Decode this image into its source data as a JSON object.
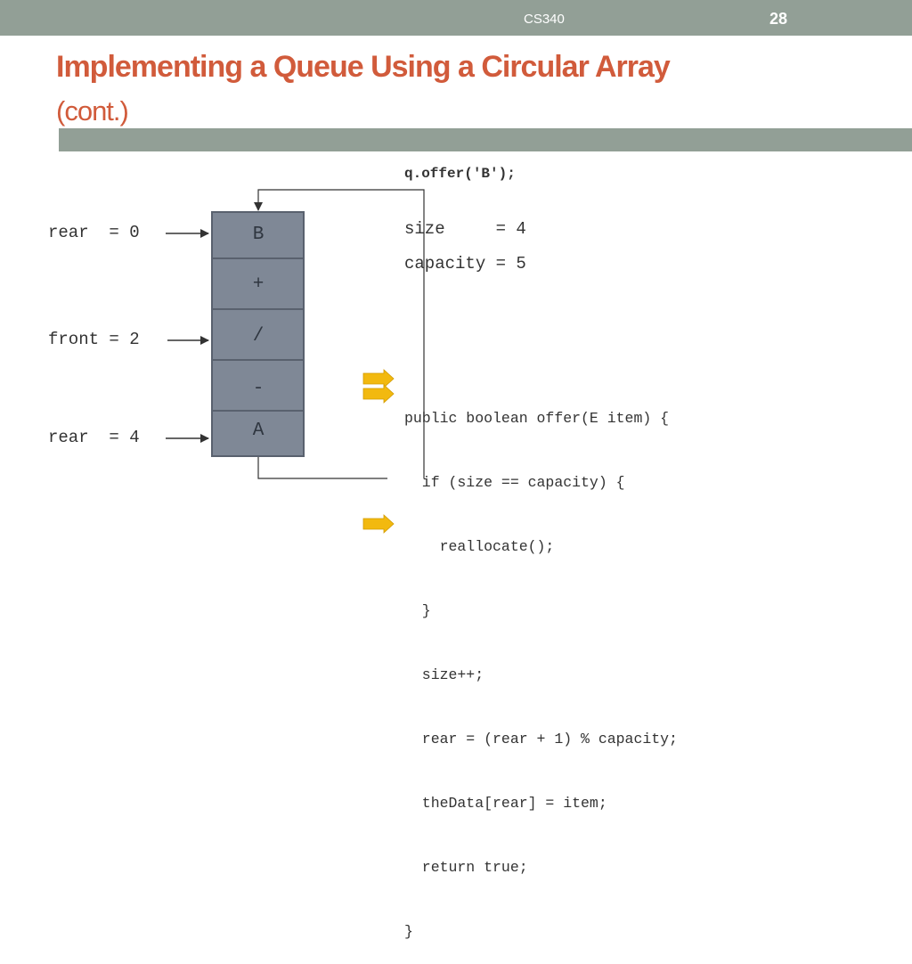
{
  "header": {
    "course": "CS340",
    "page_number": "28"
  },
  "slide": {
    "title": "Implementing a Queue Using a Circular Array",
    "subtitle": "(cont.)"
  },
  "call": "q.offer('B');",
  "pointers": {
    "rear_top": "rear  = 0",
    "front": "front = 2",
    "rear_bottom": "rear  = 4"
  },
  "vars": {
    "size": "size     = 4",
    "capacity": "capacity = 5"
  },
  "array_cells": [
    "B",
    "+",
    "/",
    "-",
    "A"
  ],
  "code_lines": [
    "public boolean offer(E item) {",
    "  if (size == capacity) {",
    "    reallocate();",
    "  }",
    "  size++;",
    "  rear = (rear + 1) % capacity;",
    "  theData[rear] = item;",
    "  return true;",
    "}"
  ],
  "colors": {
    "title": "#d15b3b",
    "bar": "#929f96",
    "cell": "#7f8896",
    "highlight_arrow": "#f2b90f"
  },
  "icons": {
    "step_marker": "yellow-right-arrow"
  }
}
